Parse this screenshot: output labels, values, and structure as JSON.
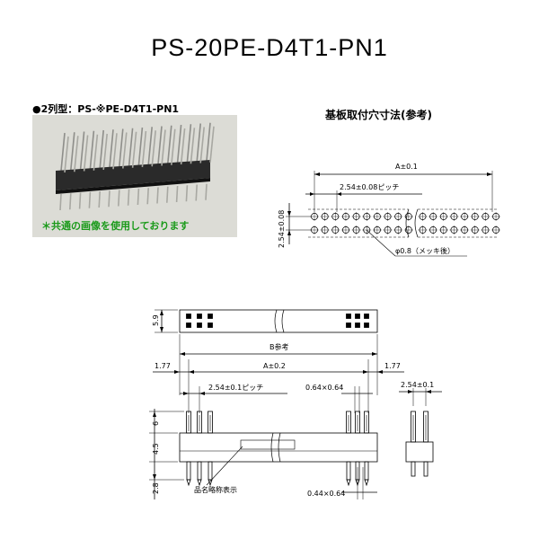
{
  "title": "PS-20PE-D4T1-PN1",
  "photo": {
    "subtitle": "●2列型：PS-※PE-D4T1-PN1",
    "note": "＊共通の画像を使用しております"
  },
  "pcb_layout": {
    "heading": "基板取付穴寸法(参考)",
    "dim_a": "A±0.1",
    "dim_pitch": "2.54±0.08ピッチ",
    "dim_row": "2.54±0.08",
    "dim_hole": "φ0.8（メッキ後）"
  },
  "connector": {
    "dim_height": "5.9",
    "dim_b": "B参考",
    "dim_a": "A±0.2",
    "dim_end_left": "1.77",
    "dim_end_right": "1.77",
    "dim_pitch": "2.54±0.1ピッチ",
    "dim_pin_square": "0.64×0.64",
    "dim_upper": "6",
    "dim_mid": "4.5",
    "dim_lower": "2.8",
    "marking": "品名略称表示",
    "dim_pin_bottom": "0.44×0.64",
    "side_pitch": "2.54±0.1"
  },
  "colors": {
    "photo_bg": "#d9d9d4",
    "note": "#1a9a1a"
  }
}
